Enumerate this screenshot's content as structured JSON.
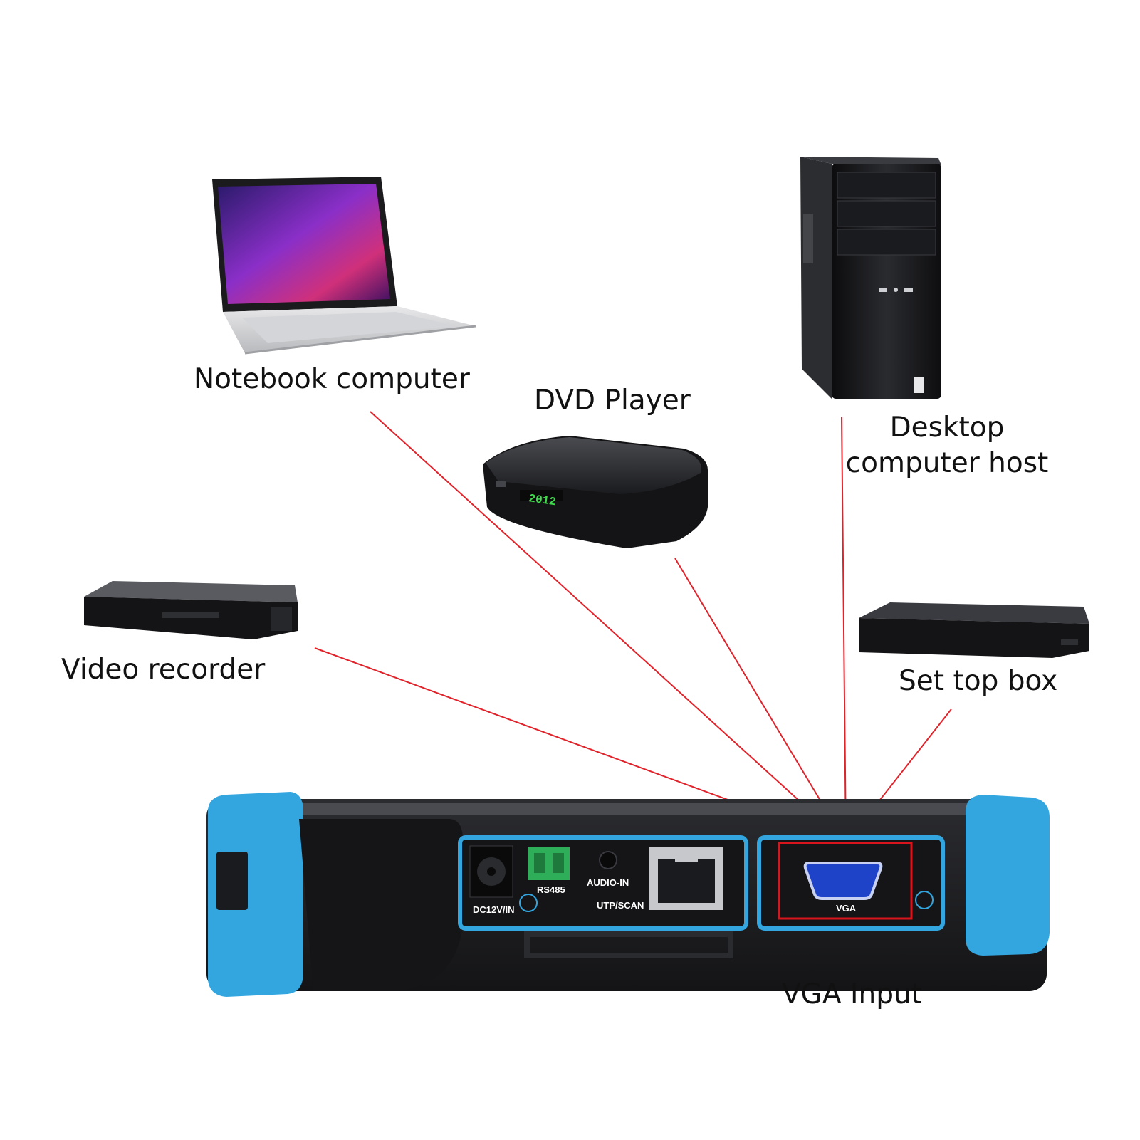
{
  "labels": {
    "notebook": "Notebook computer",
    "dvd": "DVD Player",
    "desktop_line1": "Desktop",
    "desktop_line2": "computer host",
    "recorder": "Video recorder",
    "settop": "Set top box",
    "vga_input": "VGA Input"
  },
  "ports": {
    "dc": "DC12V/IN",
    "rs485": "RS485",
    "audio": "AUDIO-IN",
    "utp": "UTP/SCAN",
    "vga": "VGA"
  },
  "colors": {
    "connector_line": "#e0232b",
    "highlight_box": "#d8141c",
    "bumper": "#33a6e0",
    "device_body": "#1e1f22",
    "vga_port": "#1f43c8",
    "dvd_display": "#3ddc4a"
  },
  "devices": [
    {
      "name": "notebook-computer",
      "icon": "laptop-icon"
    },
    {
      "name": "dvd-player",
      "icon": "dvd-player-icon",
      "display_text": "2012"
    },
    {
      "name": "desktop-computer-host",
      "icon": "pc-tower-icon"
    },
    {
      "name": "video-recorder",
      "icon": "video-recorder-icon"
    },
    {
      "name": "set-top-box",
      "icon": "set-top-box-icon"
    },
    {
      "name": "tester",
      "icon": "cctv-tester-icon"
    }
  ]
}
